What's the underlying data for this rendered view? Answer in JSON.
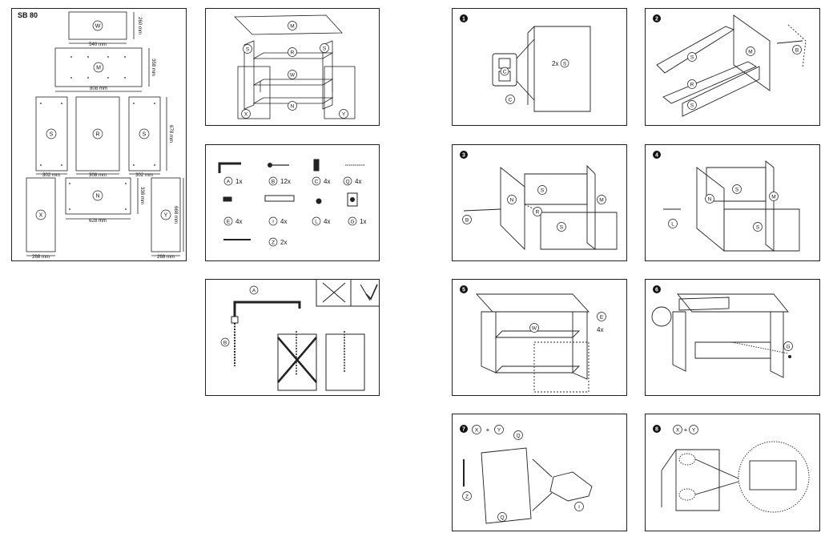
{
  "title": "SB 80",
  "parts_panel": {
    "letters": {
      "W": "W",
      "M": "M",
      "S": "S",
      "R": "R",
      "N": "N",
      "X": "X",
      "Y": "Y"
    },
    "dims": {
      "w_width": "540 mm",
      "w_height": "260 mm",
      "m_width": "808 mm",
      "m_height": "358 mm",
      "side_width_left": "302 mm",
      "r_width": "308 mm",
      "side_width_right": "302 mm",
      "sr_height": "678 mm",
      "n_width": "628 mm",
      "n_height": "338 mm",
      "xy_height": "668 mm",
      "x_width": "268 mm",
      "y_width": "268 mm"
    }
  },
  "hardware": {
    "items": [
      {
        "letter": "A",
        "qty": "1x"
      },
      {
        "letter": "B",
        "qty": "12x"
      },
      {
        "letter": "C",
        "qty": "4x"
      },
      {
        "letter": "Q",
        "qty": "4x"
      },
      {
        "letter": "E",
        "qty": "4x"
      },
      {
        "letter": "I",
        "qty": "4x"
      },
      {
        "letter": "L",
        "qty": "4x"
      },
      {
        "letter": "G",
        "qty": "1x"
      },
      {
        "letter": "Z",
        "qty": "2x"
      }
    ]
  },
  "tools": {
    "a": "A",
    "b": "B"
  },
  "steps": [
    {
      "num": "1",
      "labels": [
        "C",
        "S"
      ],
      "text": "2x"
    },
    {
      "num": "2",
      "labels": [
        "S",
        "M",
        "B",
        "R",
        "S"
      ]
    },
    {
      "num": "3",
      "labels": [
        "S",
        "N",
        "M",
        "R",
        "S",
        "B"
      ]
    },
    {
      "num": "4",
      "labels": [
        "S",
        "N",
        "M",
        "S",
        "L"
      ]
    },
    {
      "num": "5",
      "labels": [
        "W",
        "E"
      ],
      "text": "4x"
    },
    {
      "num": "6",
      "labels": [
        "G"
      ]
    },
    {
      "num": "7",
      "labels": [
        "X",
        "Y",
        "Q",
        "Z",
        "Q",
        "I"
      ],
      "plus": "+"
    },
    {
      "num": "8",
      "labels": [
        "X",
        "Y"
      ],
      "plus": "+"
    }
  ]
}
